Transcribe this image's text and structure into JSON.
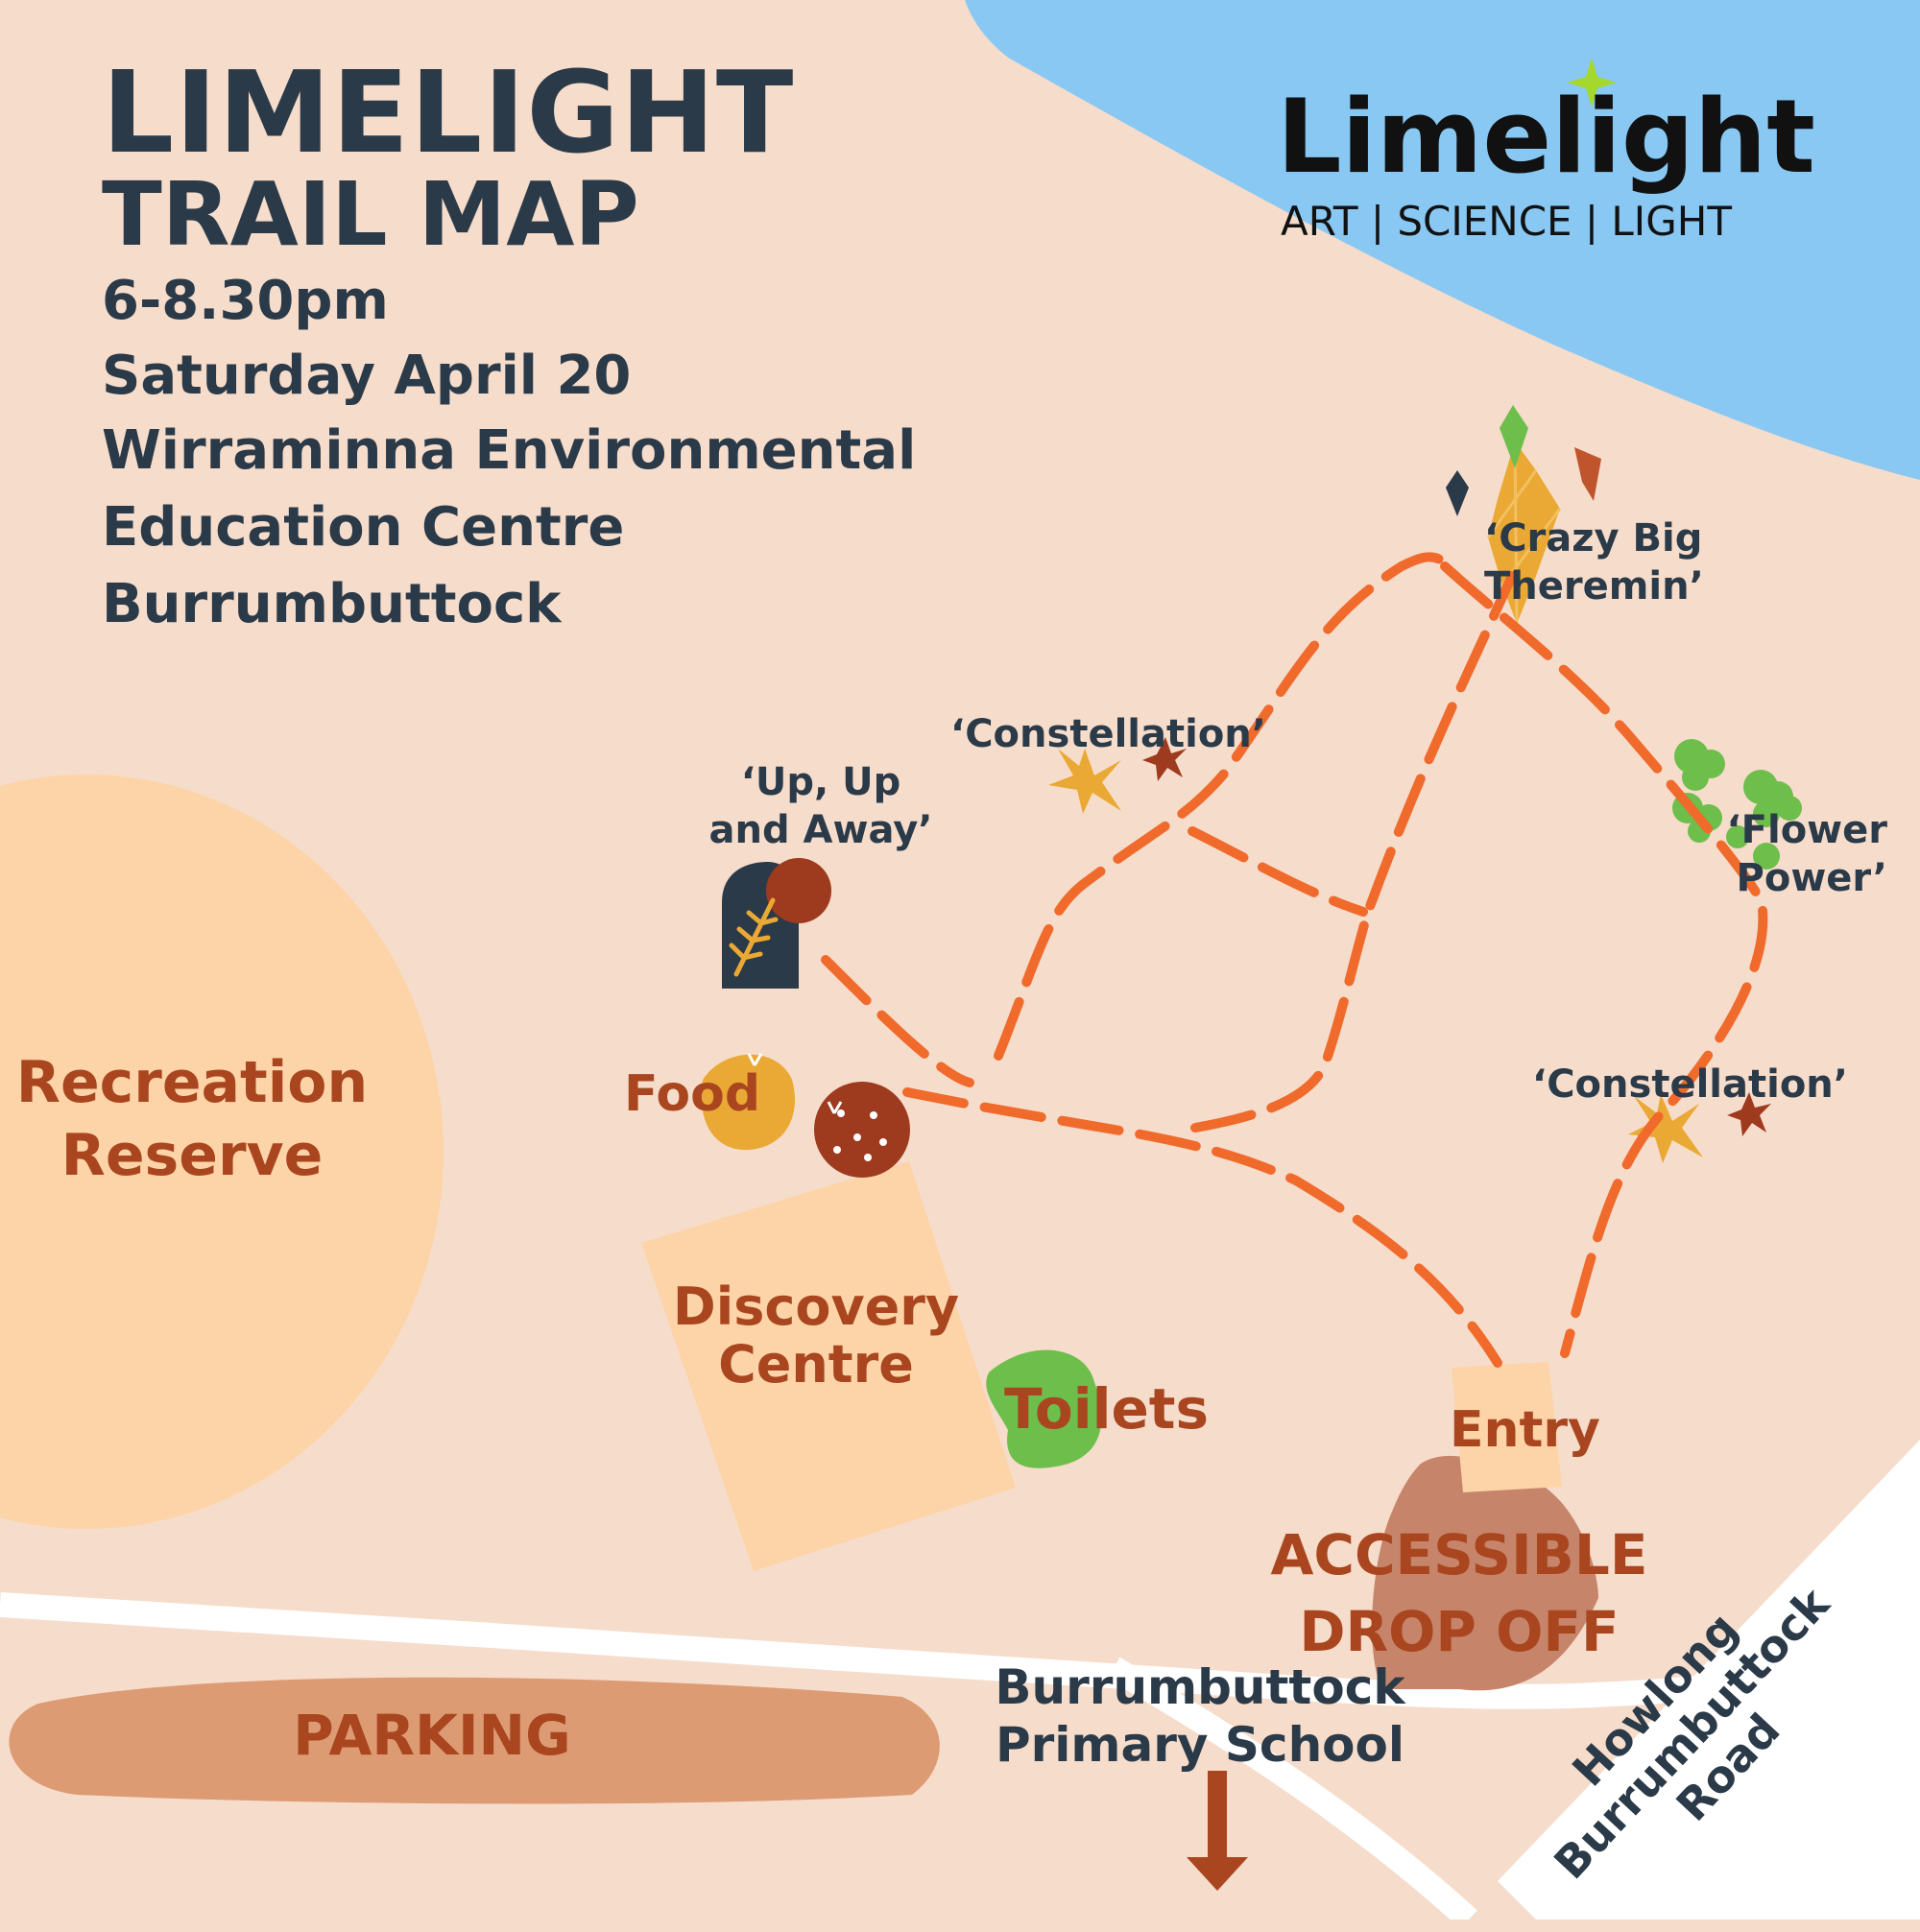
{
  "title": {
    "line1": "LIMELIGHT",
    "line2": "TRAIL MAP"
  },
  "event": {
    "time": "6-8.30pm",
    "date": "Saturday April 20",
    "venue_line1": "Wirraminna Environmental",
    "venue_line2": "Education Centre",
    "town": "Burrumbuttock"
  },
  "logo": {
    "wordmark": "Limelight",
    "tagline": "ART | SCIENCE | LIGHT"
  },
  "installations": {
    "theremin_l1": "‘Crazy Big",
    "theremin_l2": "Theremin’",
    "constellation_1": "‘Constellation’",
    "constellation_2": "‘Constellation’",
    "upup_l1": "‘Up, Up",
    "upup_l2": "and Away’",
    "flower_l1": "‘Flower",
    "flower_l2": "Power’"
  },
  "places": {
    "recreation_l1": "Recreation",
    "recreation_l2": "Reserve",
    "food": "Food",
    "discovery_l1": "Discovery",
    "discovery_l2": "Centre",
    "toilets": "Toilets",
    "entry": "Entry",
    "dropoff_l1": "ACCESSIBLE",
    "dropoff_l2": "DROP OFF",
    "parking": "PARKING",
    "school_l1": "Burrumbuttock",
    "school_l2": "Primary School",
    "road_l1": "Howlong",
    "road_l2": "Burrumbuttock",
    "road_l3": "Road"
  },
  "colors": {
    "background": "#f6dccb",
    "water": "#89c8f3",
    "trail": "#f06a2c",
    "text_dark": "#2b3a48",
    "text_rust": "#a9461f",
    "accent_green": "#6dbe4b",
    "accent_yellow": "#eaa934",
    "logo_star": "#a4d82d"
  },
  "icons": [
    "down-arrow-icon",
    "crystal-icon",
    "star-icon",
    "flower-icon",
    "fern-icon",
    "lime-star-icon"
  ]
}
